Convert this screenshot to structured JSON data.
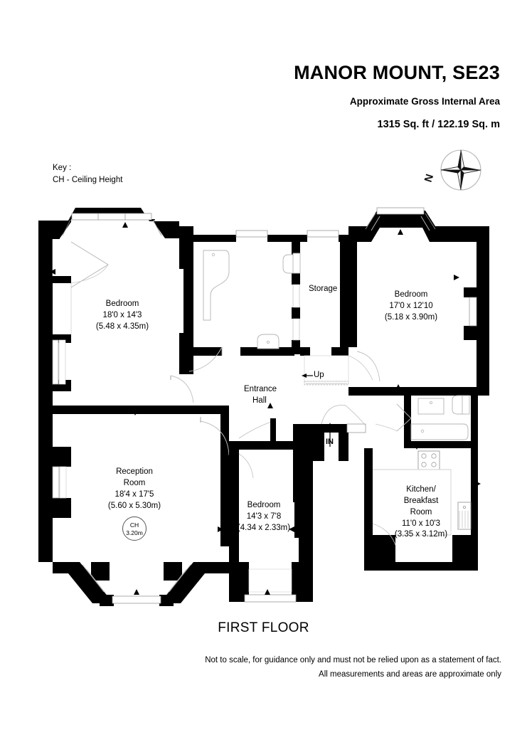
{
  "header": {
    "title": "MANOR MOUNT, SE23",
    "subtitle": "Approximate Gross Internal Area",
    "area": "1315 Sq. ft / 122.19 Sq. m"
  },
  "key": {
    "heading": "Key :",
    "entry": "CH - Ceiling Height"
  },
  "compass": {
    "north_label": "N"
  },
  "rooms": [
    {
      "id": "bedroom-left",
      "name": "Bedroom",
      "dim_imperial": "18'0 x 14'3",
      "dim_metric": "(5.48 x 4.35m)"
    },
    {
      "id": "bedroom-right",
      "name": "Bedroom",
      "dim_imperial": "17'0 x 12'10",
      "dim_metric": "(5.18 x 3.90m)"
    },
    {
      "id": "reception-room",
      "name_line1": "Reception",
      "name_line2": "Room",
      "dim_imperial": "18'4 x 17'5",
      "dim_metric": "(5.60 x 5.30m)"
    },
    {
      "id": "bedroom-bottom",
      "name": "Bedroom",
      "dim_imperial": "14'3 x 7'8",
      "dim_metric": "(4.34 x 2.33m)"
    },
    {
      "id": "kitchen",
      "name_line1": "Kitchen/",
      "name_line2": "Breakfast",
      "name_line3": "Room",
      "dim_imperial": "11'0 x 10'3",
      "dim_metric": "(3.35 x 3.12m)"
    }
  ],
  "annotations": {
    "storage": "Storage",
    "entrance_hall_line1": "Entrance",
    "entrance_hall_line2": "Hall",
    "up": "Up",
    "entrance_in": "IN",
    "ceiling_height_code": "CH",
    "ceiling_height_value": "3.20m"
  },
  "footer": {
    "floor_name": "FIRST FLOOR",
    "disclaimer_line1": "Not to scale, for guidance only and must not be relied upon as a statement of fact.",
    "disclaimer_line2": "All measurements and areas are approximate only"
  },
  "colors": {
    "wall": "#000000",
    "background": "#ffffff",
    "fixture_stroke": "#9a9a9a"
  }
}
